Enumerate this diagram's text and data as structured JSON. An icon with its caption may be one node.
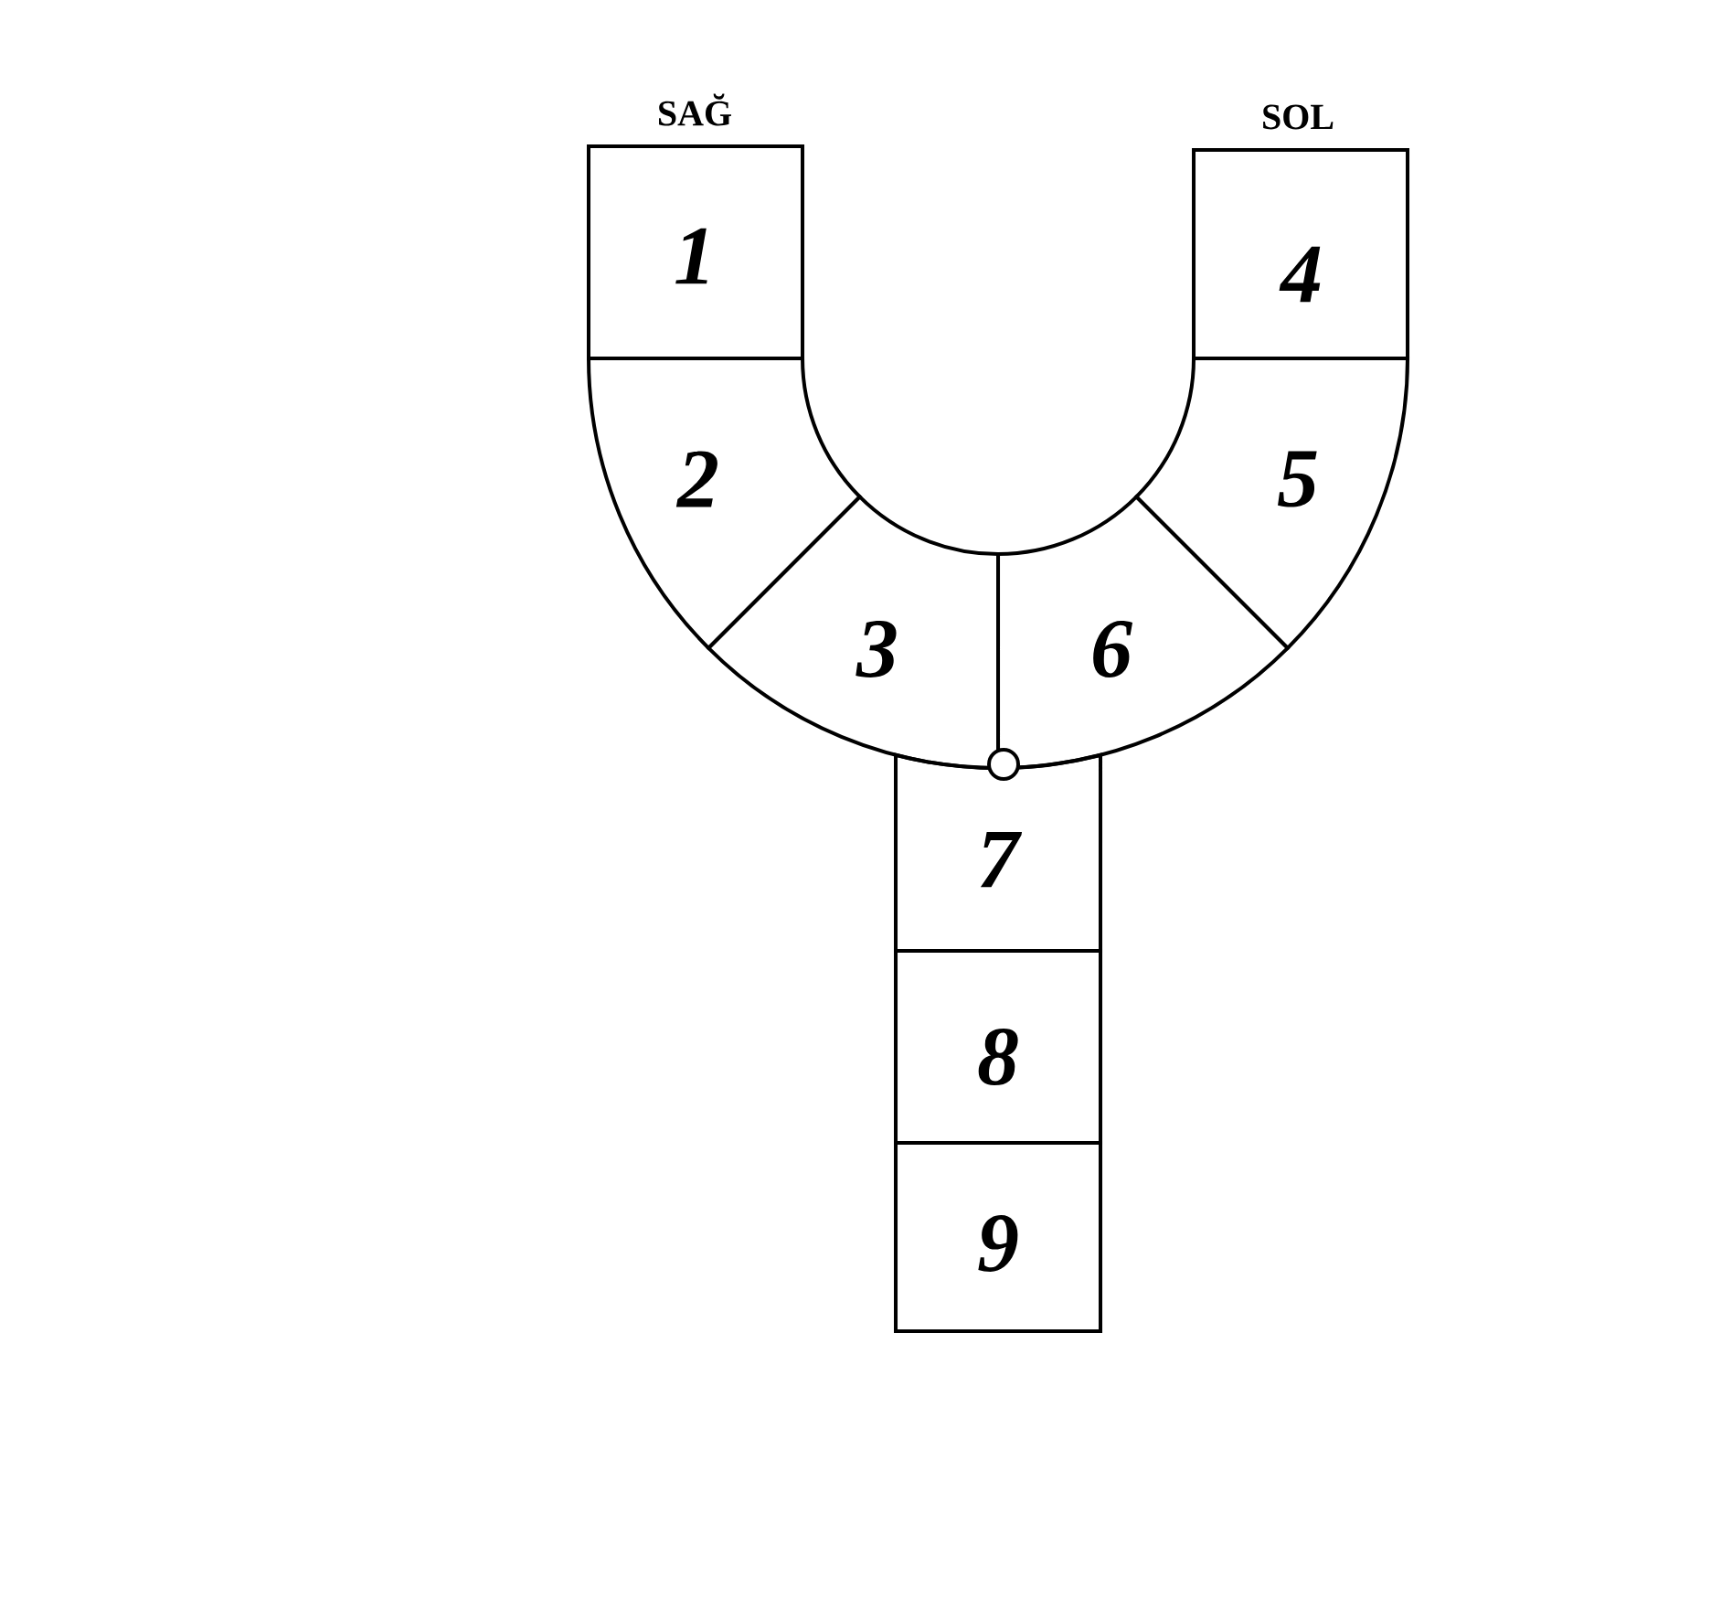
{
  "diagram": {
    "nodes": [
      {
        "text": [
          "1"
        ],
        "beside": [
          "SAĞ"
        ]
      },
      {
        "text": [
          "2"
        ]
      },
      {
        "text": [
          "3"
        ]
      },
      {
        "text": [
          "4"
        ],
        "beside": [
          "SOL"
        ]
      },
      {
        "text": [
          "5"
        ]
      },
      {
        "text": [
          "6"
        ]
      },
      {
        "text": [
          "7"
        ]
      },
      {
        "text": [
          "8"
        ]
      },
      {
        "text": [
          "9"
        ]
      }
    ]
  }
}
